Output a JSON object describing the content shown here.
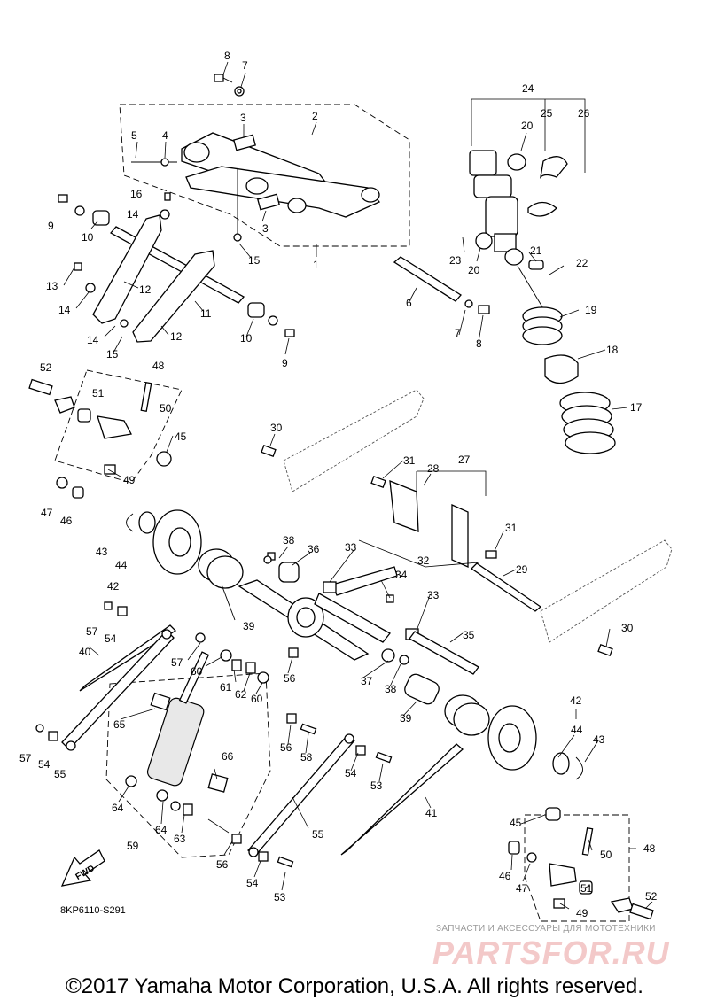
{
  "diagram": {
    "code": "8KP6110-S291",
    "fwd_label": "FWD",
    "copyright": "©2017 Yamaha Motor Corporation, U.S.A. All rights reserved.",
    "watermark": {
      "caption": "ЗАПЧАСТИ И АКСЕССУАРЫ ДЛЯ МОТОТЕХНИКИ",
      "logo": "PARTSFOR.RU"
    },
    "callouts": [
      "8",
      "7",
      "24",
      "25",
      "26",
      "3",
      "2",
      "5",
      "4",
      "20",
      "16",
      "14",
      "9",
      "10",
      "3",
      "23",
      "20",
      "21",
      "22",
      "15",
      "1",
      "13",
      "12",
      "14",
      "11",
      "6",
      "19",
      "14",
      "15",
      "12",
      "7",
      "8",
      "10",
      "9",
      "18",
      "52",
      "48",
      "51",
      "50",
      "17",
      "45",
      "49",
      "30",
      "47",
      "46",
      "31",
      "28",
      "27",
      "43",
      "44",
      "31",
      "38",
      "36",
      "33",
      "32",
      "29",
      "42",
      "34",
      "57",
      "33",
      "54",
      "39",
      "35",
      "30",
      "40",
      "57",
      "60",
      "37",
      "38",
      "61",
      "62",
      "60",
      "56",
      "42",
      "65",
      "44",
      "39",
      "43",
      "57",
      "54",
      "56",
      "66",
      "58",
      "55",
      "54",
      "53",
      "64",
      "41",
      "64",
      "63",
      "55",
      "45",
      "59",
      "50",
      "48",
      "56",
      "46",
      "51",
      "47",
      "54",
      "52",
      "53",
      "49"
    ],
    "colors": {
      "line": "#000000",
      "watermark": "#f3c9c9",
      "watermark_caption": "#9a9a9a",
      "background": "#ffffff"
    }
  }
}
